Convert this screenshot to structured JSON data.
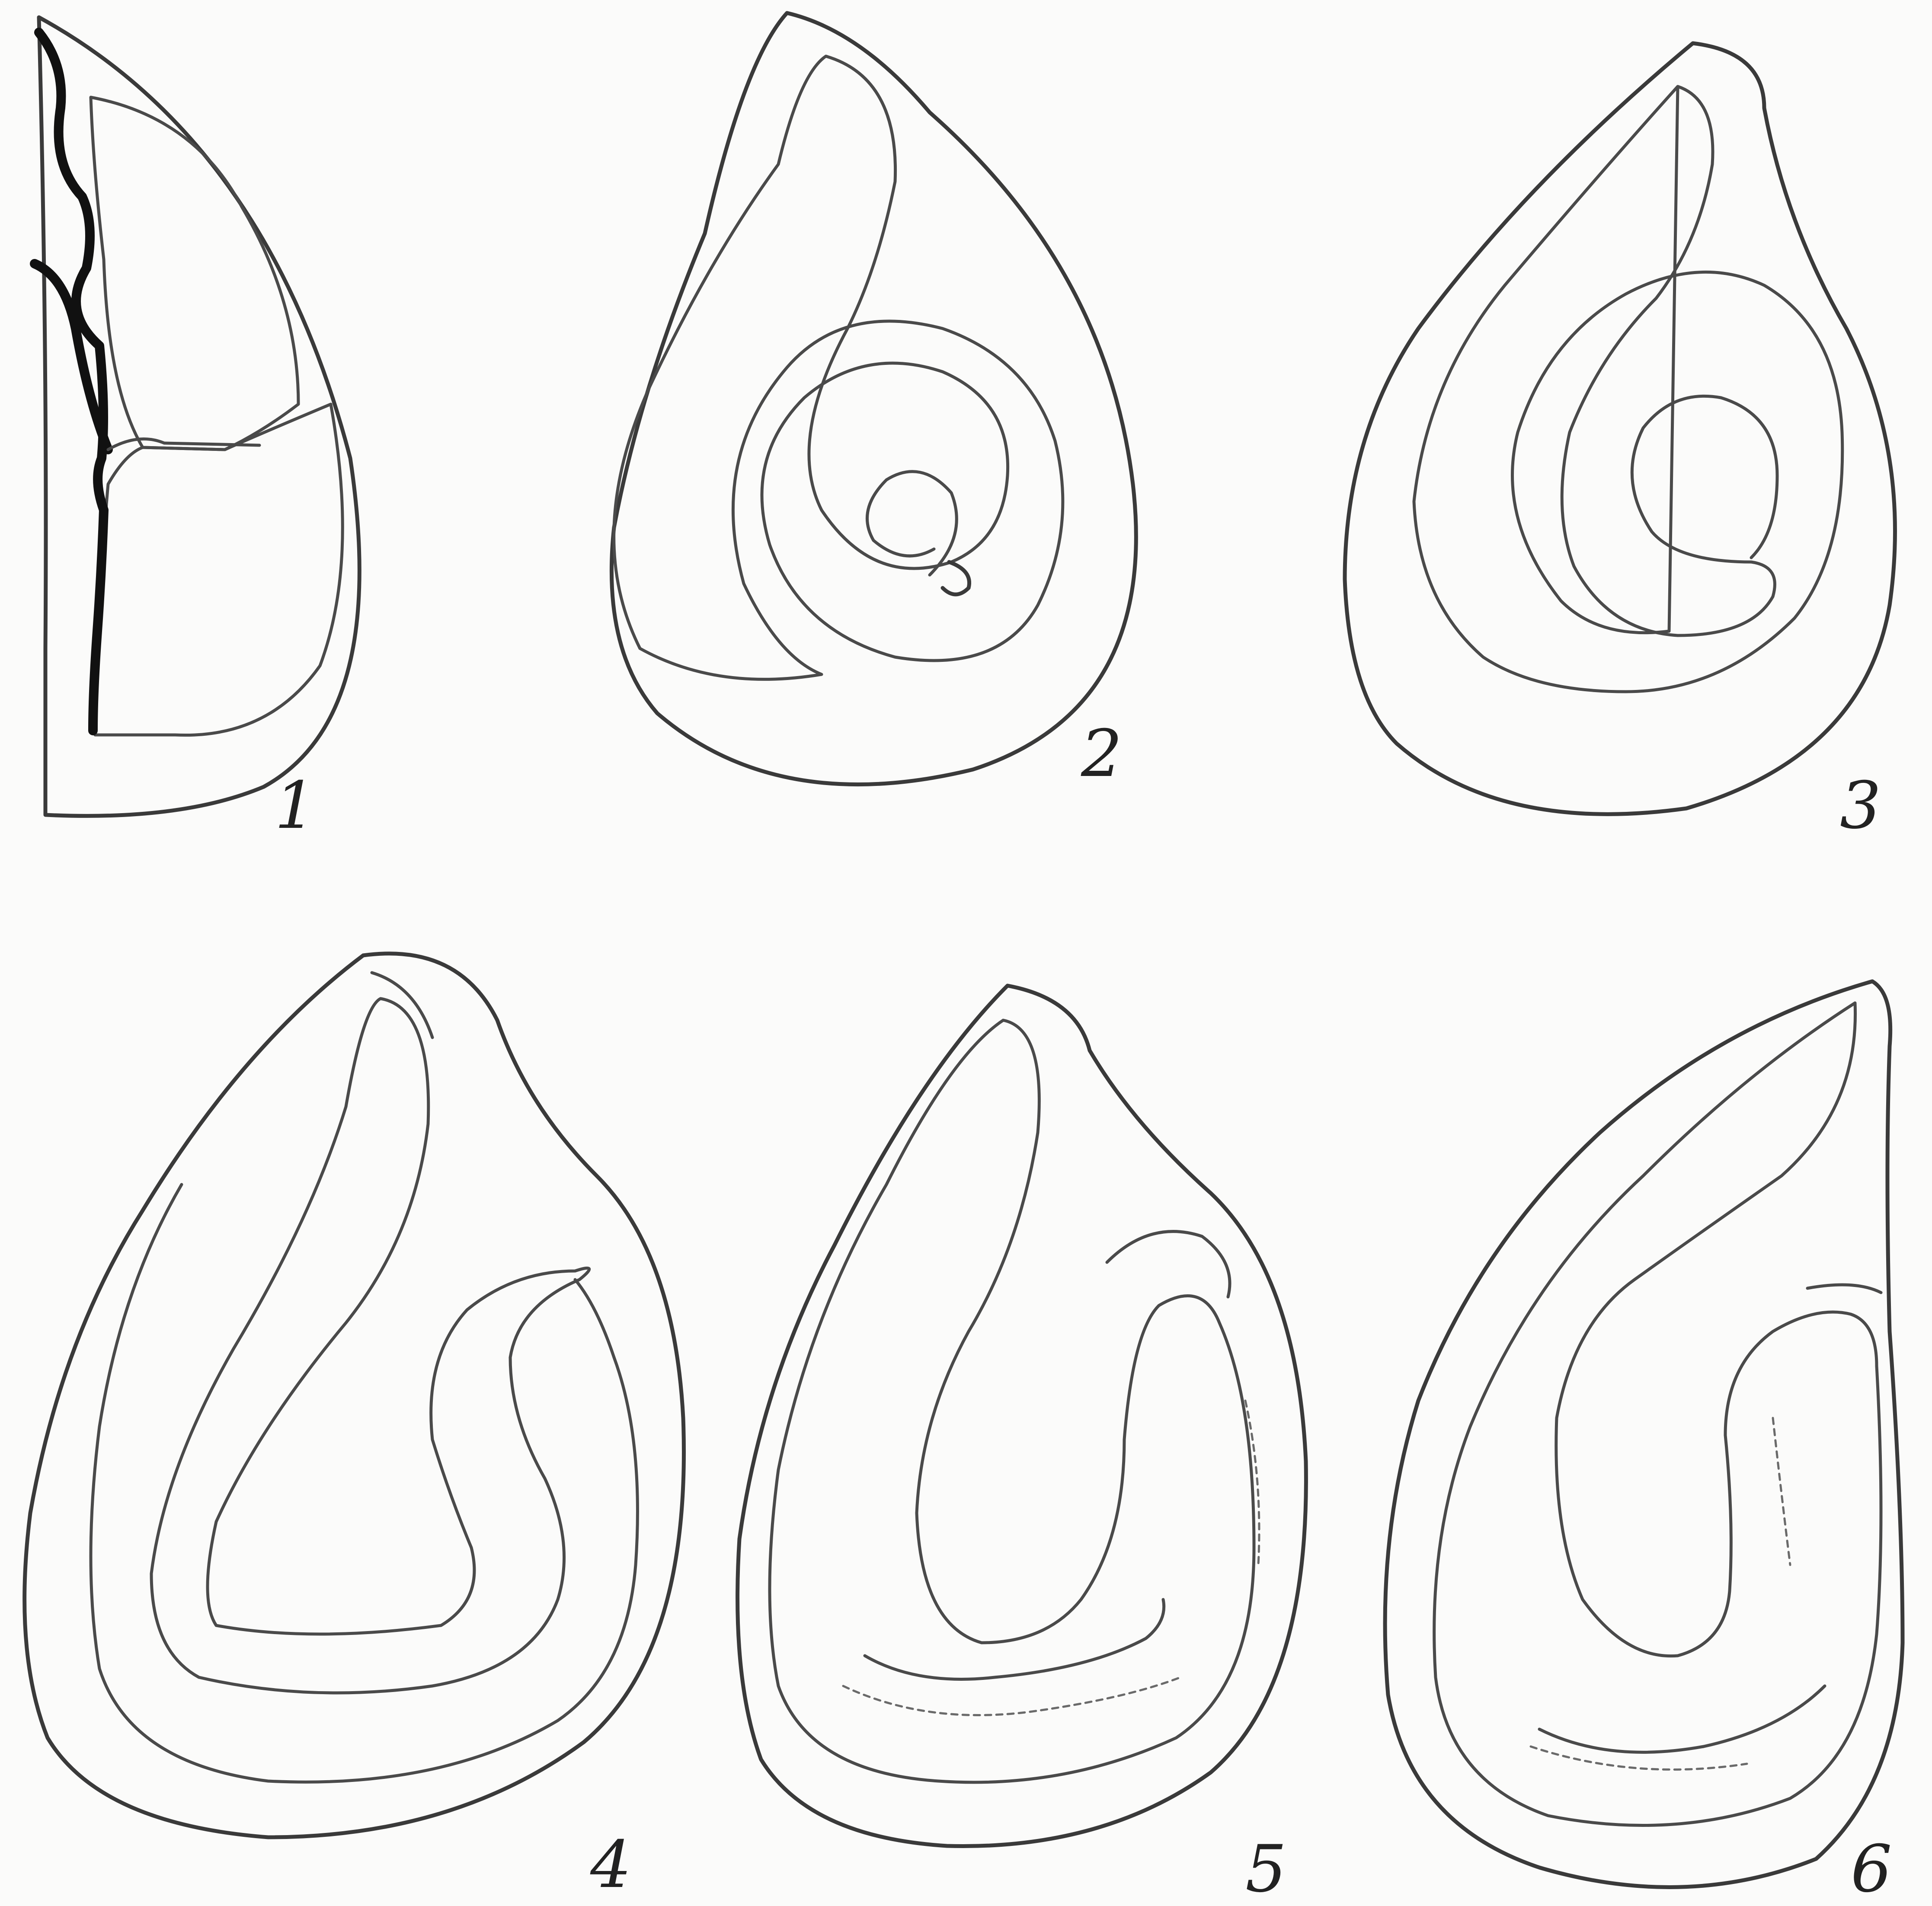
{
  "plate": {
    "figures": [
      {
        "number": "1",
        "shape": "half-section"
      },
      {
        "number": "2",
        "shape": "spiral"
      },
      {
        "number": "3",
        "shape": "spiral"
      },
      {
        "number": "4",
        "shape": "hooked-loop"
      },
      {
        "number": "5",
        "shape": "hooked-loop"
      },
      {
        "number": "6",
        "shape": "hooked-loop"
      }
    ]
  }
}
